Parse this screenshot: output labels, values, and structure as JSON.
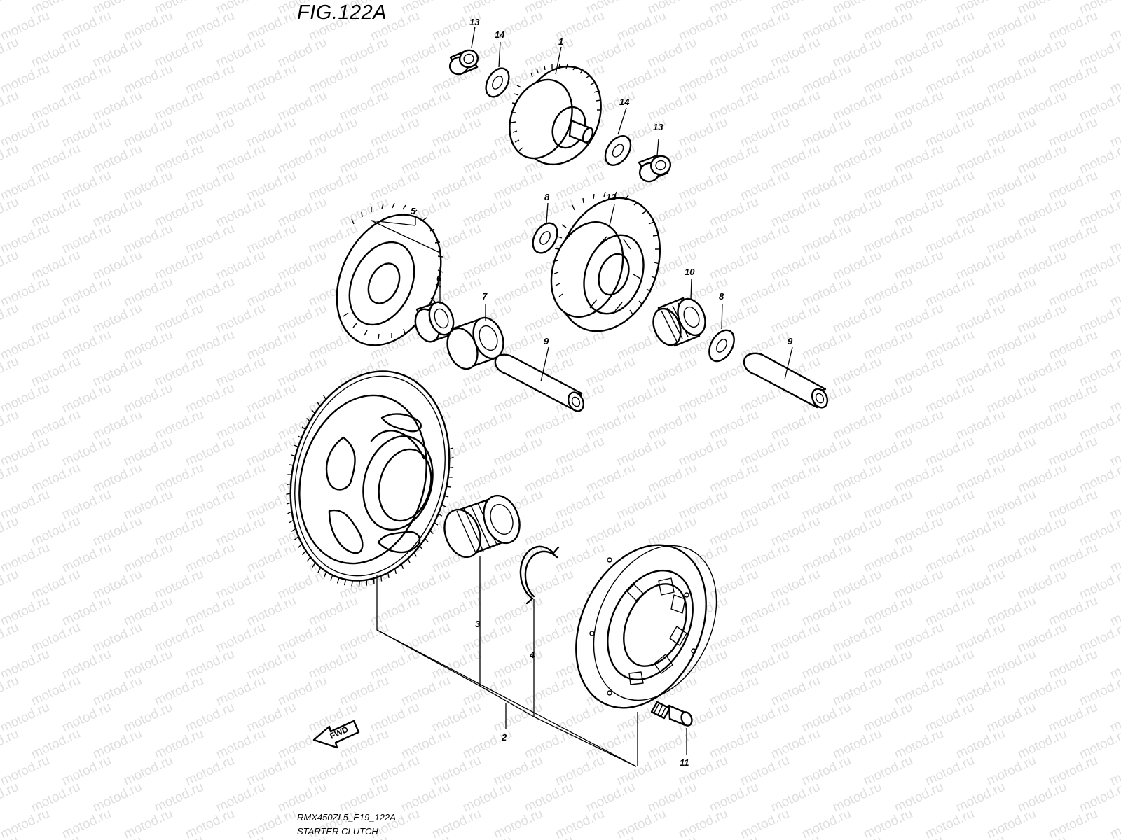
{
  "figure": {
    "title": "FIG.122A",
    "code": "RMX450ZL5_E19_122A",
    "name": "STARTER CLUTCH"
  },
  "watermark": "motod.ru",
  "direction_arrow": {
    "label": "FWD"
  },
  "callouts": [
    "1",
    "2",
    "3",
    "4",
    "5",
    "6",
    "7",
    "8",
    "9",
    "10",
    "11",
    "12",
    "13",
    "14"
  ],
  "labels": [
    {
      "id": "13a",
      "text": "13"
    },
    {
      "id": "14a",
      "text": "14"
    },
    {
      "id": "1",
      "text": "1"
    },
    {
      "id": "14b",
      "text": "14"
    },
    {
      "id": "13b",
      "text": "13"
    },
    {
      "id": "5",
      "text": "5"
    },
    {
      "id": "6",
      "text": "6"
    },
    {
      "id": "7",
      "text": "7"
    },
    {
      "id": "8a",
      "text": "8"
    },
    {
      "id": "12",
      "text": "12"
    },
    {
      "id": "10",
      "text": "10"
    },
    {
      "id": "8b",
      "text": "8"
    },
    {
      "id": "9a",
      "text": "9"
    },
    {
      "id": "9b",
      "text": "9"
    },
    {
      "id": "3",
      "text": "3"
    },
    {
      "id": "4",
      "text": "4"
    },
    {
      "id": "2",
      "text": "2"
    },
    {
      "id": "11",
      "text": "11"
    }
  ]
}
